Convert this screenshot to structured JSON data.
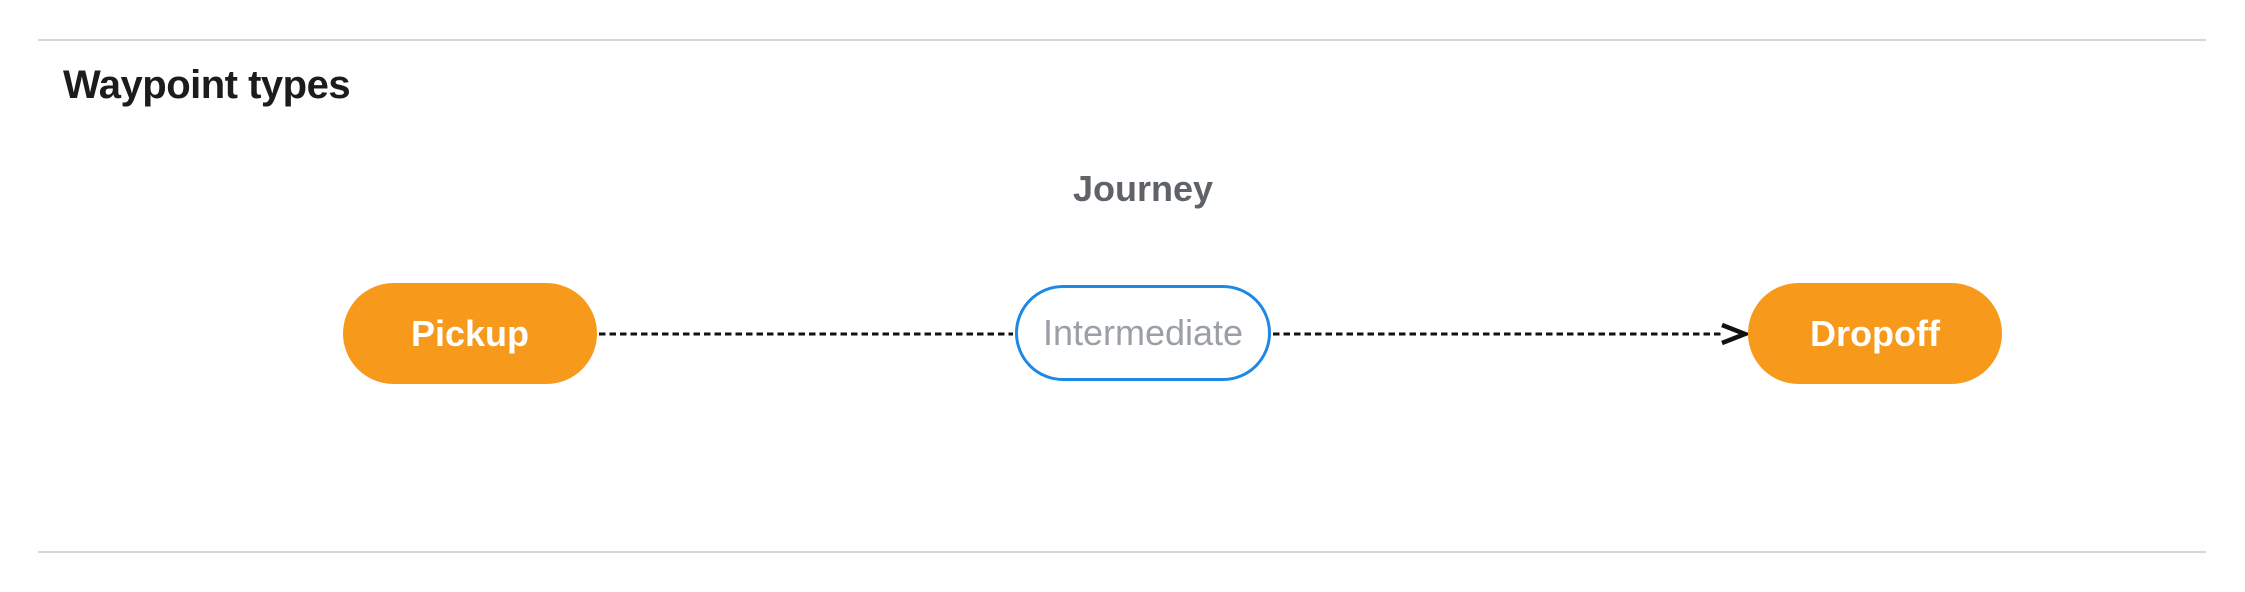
{
  "page": {
    "heading": "Waypoint types"
  },
  "diagram": {
    "label": "Journey",
    "nodes": [
      {
        "id": "pickup",
        "label": "Pickup",
        "style": "filled-orange"
      },
      {
        "id": "intermediate",
        "label": "Intermediate",
        "style": "outlined-blue"
      },
      {
        "id": "dropoff",
        "label": "Dropoff",
        "style": "filled-orange"
      }
    ],
    "edges": [
      {
        "from": "pickup",
        "to": "intermediate",
        "style": "dashed",
        "arrowhead": false
      },
      {
        "from": "intermediate",
        "to": "dropoff",
        "style": "dashed",
        "arrowhead": true
      }
    ]
  },
  "colors": {
    "node_fill_orange": "#f79a1c",
    "node_outline_blue": "#1e88e5",
    "node_text_white": "#ffffff",
    "node_text_gray": "#9aa0a6",
    "journey_label_gray": "#5f6368",
    "heading_text": "#1c1c1c",
    "divider_gray": "#d5d5d5",
    "edge_black": "#111111"
  }
}
